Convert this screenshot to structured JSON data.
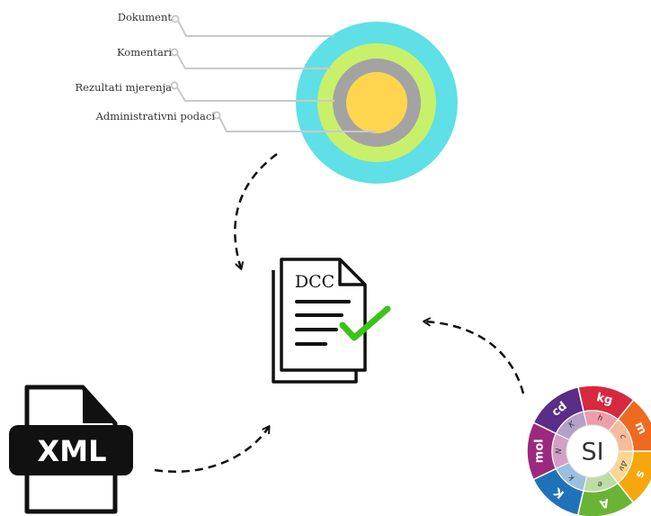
{
  "layers": {
    "labels": [
      "Dokument",
      "Komentari",
      "Rezultati mjerenja",
      "Administrativni podaci"
    ],
    "colors": [
      "#5ee0e6",
      "#c9f06a",
      "#a3a3a3",
      "#ffd54f"
    ]
  },
  "document": {
    "label": "DCC",
    "check_color": "#3cc31a"
  },
  "xml": {
    "label": "XML"
  },
  "si": {
    "center": "SI",
    "units": [
      "kg",
      "m",
      "s",
      "A",
      "K",
      "mol",
      "cd"
    ],
    "constants": [
      "h",
      "c",
      "Δν",
      "e",
      "k",
      "N",
      "K"
    ],
    "colors": [
      "#d6283f",
      "#ee6a1f",
      "#f5a70d",
      "#6ab435",
      "#1f72b9",
      "#9b2a7e",
      "#5a2d86"
    ]
  }
}
